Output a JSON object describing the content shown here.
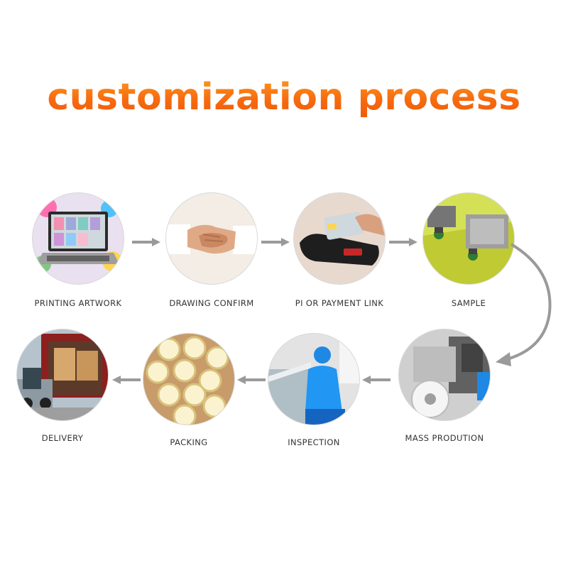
{
  "title": "customization process",
  "steps": [
    {
      "label": "PRINTING ARTWORK",
      "icon": "laptop-artwork-icon"
    },
    {
      "label": "DRAWING CONFIRM",
      "icon": "handshake-icon"
    },
    {
      "label": "PI OR PAYMENT LINK",
      "icon": "card-terminal-icon"
    },
    {
      "label": "SAMPLE",
      "icon": "sample-machine-icon"
    },
    {
      "label": "MASS PRODUTION",
      "icon": "printing-machine-icon"
    },
    {
      "label": "INSPECTION",
      "icon": "inspection-worker-icon"
    },
    {
      "label": "PACKING",
      "icon": "packed-rolls-icon"
    },
    {
      "label": "DELIVERY",
      "icon": "truck-loading-icon"
    }
  ],
  "colors": {
    "title_start": "#ff9a1e",
    "title_end": "#ee5a08",
    "arrow": "#9a9a9a",
    "label": "#333333"
  }
}
